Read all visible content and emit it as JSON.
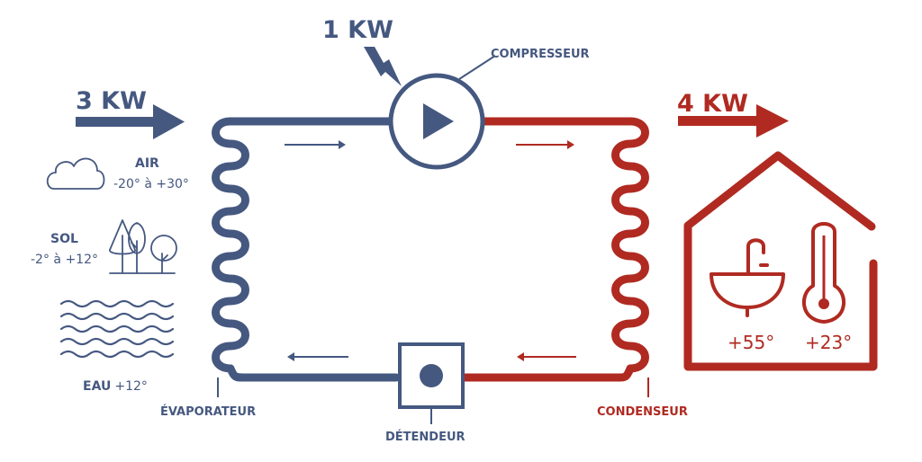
{
  "colors": {
    "cold": "#455880",
    "hot": "#b02a21",
    "white": "#ffffff"
  },
  "power": {
    "input": "3 KW",
    "compressor": "1 KW",
    "output": "4 KW"
  },
  "components": {
    "compressor": "COMPRESSEUR",
    "evaporator": "ÉVAPORATEUR",
    "condenser": "CONDENSEUR",
    "expansion_valve": "DÉTENDEUR"
  },
  "sources": {
    "air": {
      "label": "AIR",
      "range": "-20° à +30°",
      "icon": "cloud-icon"
    },
    "soil": {
      "label": "SOL",
      "range": "-2° à +12°",
      "icon": "trees-icon"
    },
    "water": {
      "label": "EAU",
      "range": "+12°",
      "icon": "waves-icon"
    }
  },
  "outputs": {
    "hot_water": {
      "value": "+55°",
      "icon": "sink-icon"
    },
    "heating": {
      "value": "+23°",
      "icon": "thermometer-icon"
    },
    "house_icon": "house-icon"
  }
}
